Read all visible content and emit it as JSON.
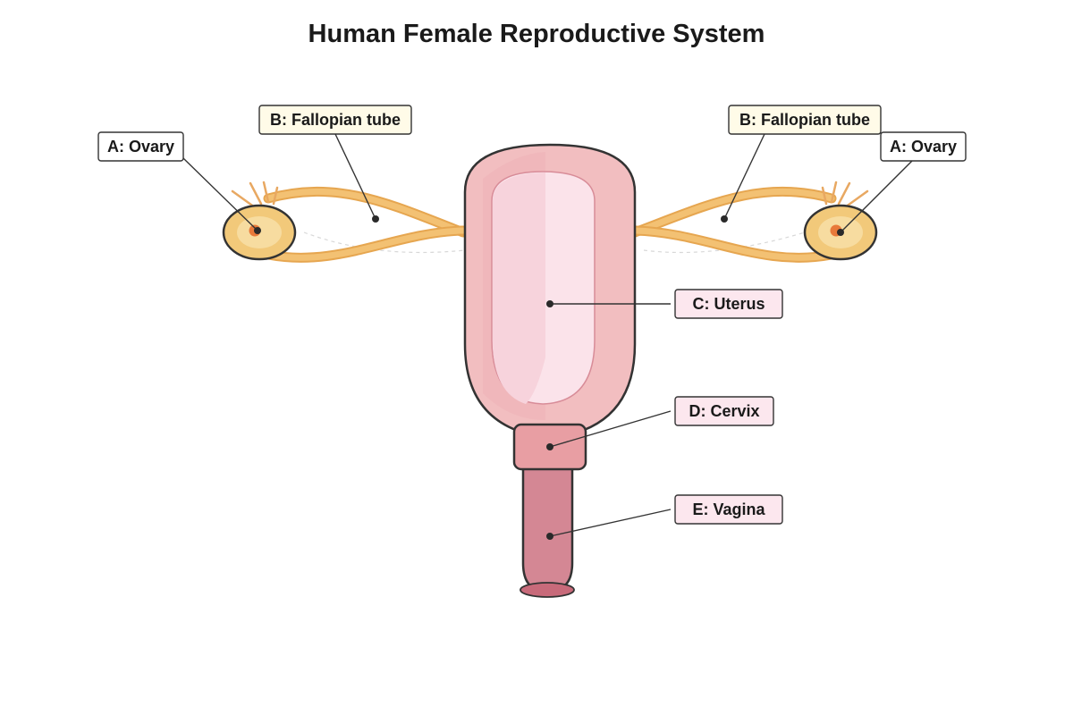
{
  "title": "Human Female Reproductive System",
  "labels": {
    "ovary_left": "A: Ovary",
    "ovary_right": "A: Ovary",
    "tube_left": "B: Fallopian tube",
    "tube_right": "B: Fallopian tube",
    "uterus": "C: Uterus",
    "cervix": "D: Cervix",
    "vagina": "E: Vagina"
  },
  "colors": {
    "ovary_fill": "#f2c97a",
    "ovary_inner": "#f7dca0",
    "ovary_follicle": "#e8793a",
    "tube": "#f0b865",
    "uterus_outer": "#f2bec0",
    "uterus_inner": "#fbe3ea",
    "cervix": "#e89ea3",
    "vagina": "#d48794",
    "outline": "#333333",
    "label_bg_ovary": "#ffffff",
    "label_bg_tube": "#fffbe8",
    "label_bg_pink": "#fce7ee"
  }
}
